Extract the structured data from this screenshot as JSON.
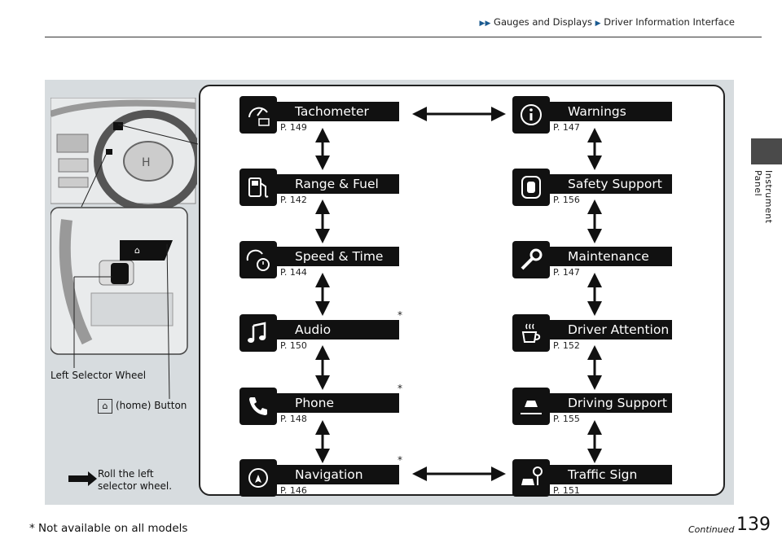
{
  "header": {
    "section": "Gauges and Displays",
    "subsection": "Driver Information Interface"
  },
  "side_label": "Instrument Panel",
  "left_menu": [
    {
      "icon": "tachometer-icon",
      "label": "Tachometer",
      "page": "P. 149",
      "star": ""
    },
    {
      "icon": "fuel-pump-icon",
      "label": "Range & Fuel",
      "page": "P. 142",
      "star": ""
    },
    {
      "icon": "speed-clock-icon",
      "label": "Speed & Time",
      "page": "P. 144",
      "star": ""
    },
    {
      "icon": "music-note-icon",
      "label": "Audio",
      "page": "P. 150",
      "star": "*"
    },
    {
      "icon": "phone-icon",
      "label": "Phone",
      "page": "P. 148",
      "star": "*"
    },
    {
      "icon": "navigation-icon",
      "label": "Navigation",
      "page": "P. 146",
      "star": "*"
    }
  ],
  "right_menu": [
    {
      "icon": "info-icon",
      "label": "Warnings",
      "page": "P. 147"
    },
    {
      "icon": "safety-support-icon",
      "label": "Safety Support",
      "page": "P. 156"
    },
    {
      "icon": "wrench-icon",
      "label": "Maintenance",
      "page": "P. 147"
    },
    {
      "icon": "coffee-cup-icon",
      "label": "Driver Attention",
      "page": "P. 152"
    },
    {
      "icon": "driving-support-icon",
      "label": "Driving Support",
      "page": "P. 155"
    },
    {
      "icon": "traffic-sign-icon",
      "label": "Traffic Sign",
      "page": "P. 151"
    }
  ],
  "callouts": {
    "selector_wheel": "Left Selector Wheel",
    "home_button": "(home) Button",
    "roll_line1": "Roll the left",
    "roll_line2": "selector wheel."
  },
  "footer": {
    "note": "* Not available on all models",
    "continued": "Continued",
    "page_number": "139"
  }
}
